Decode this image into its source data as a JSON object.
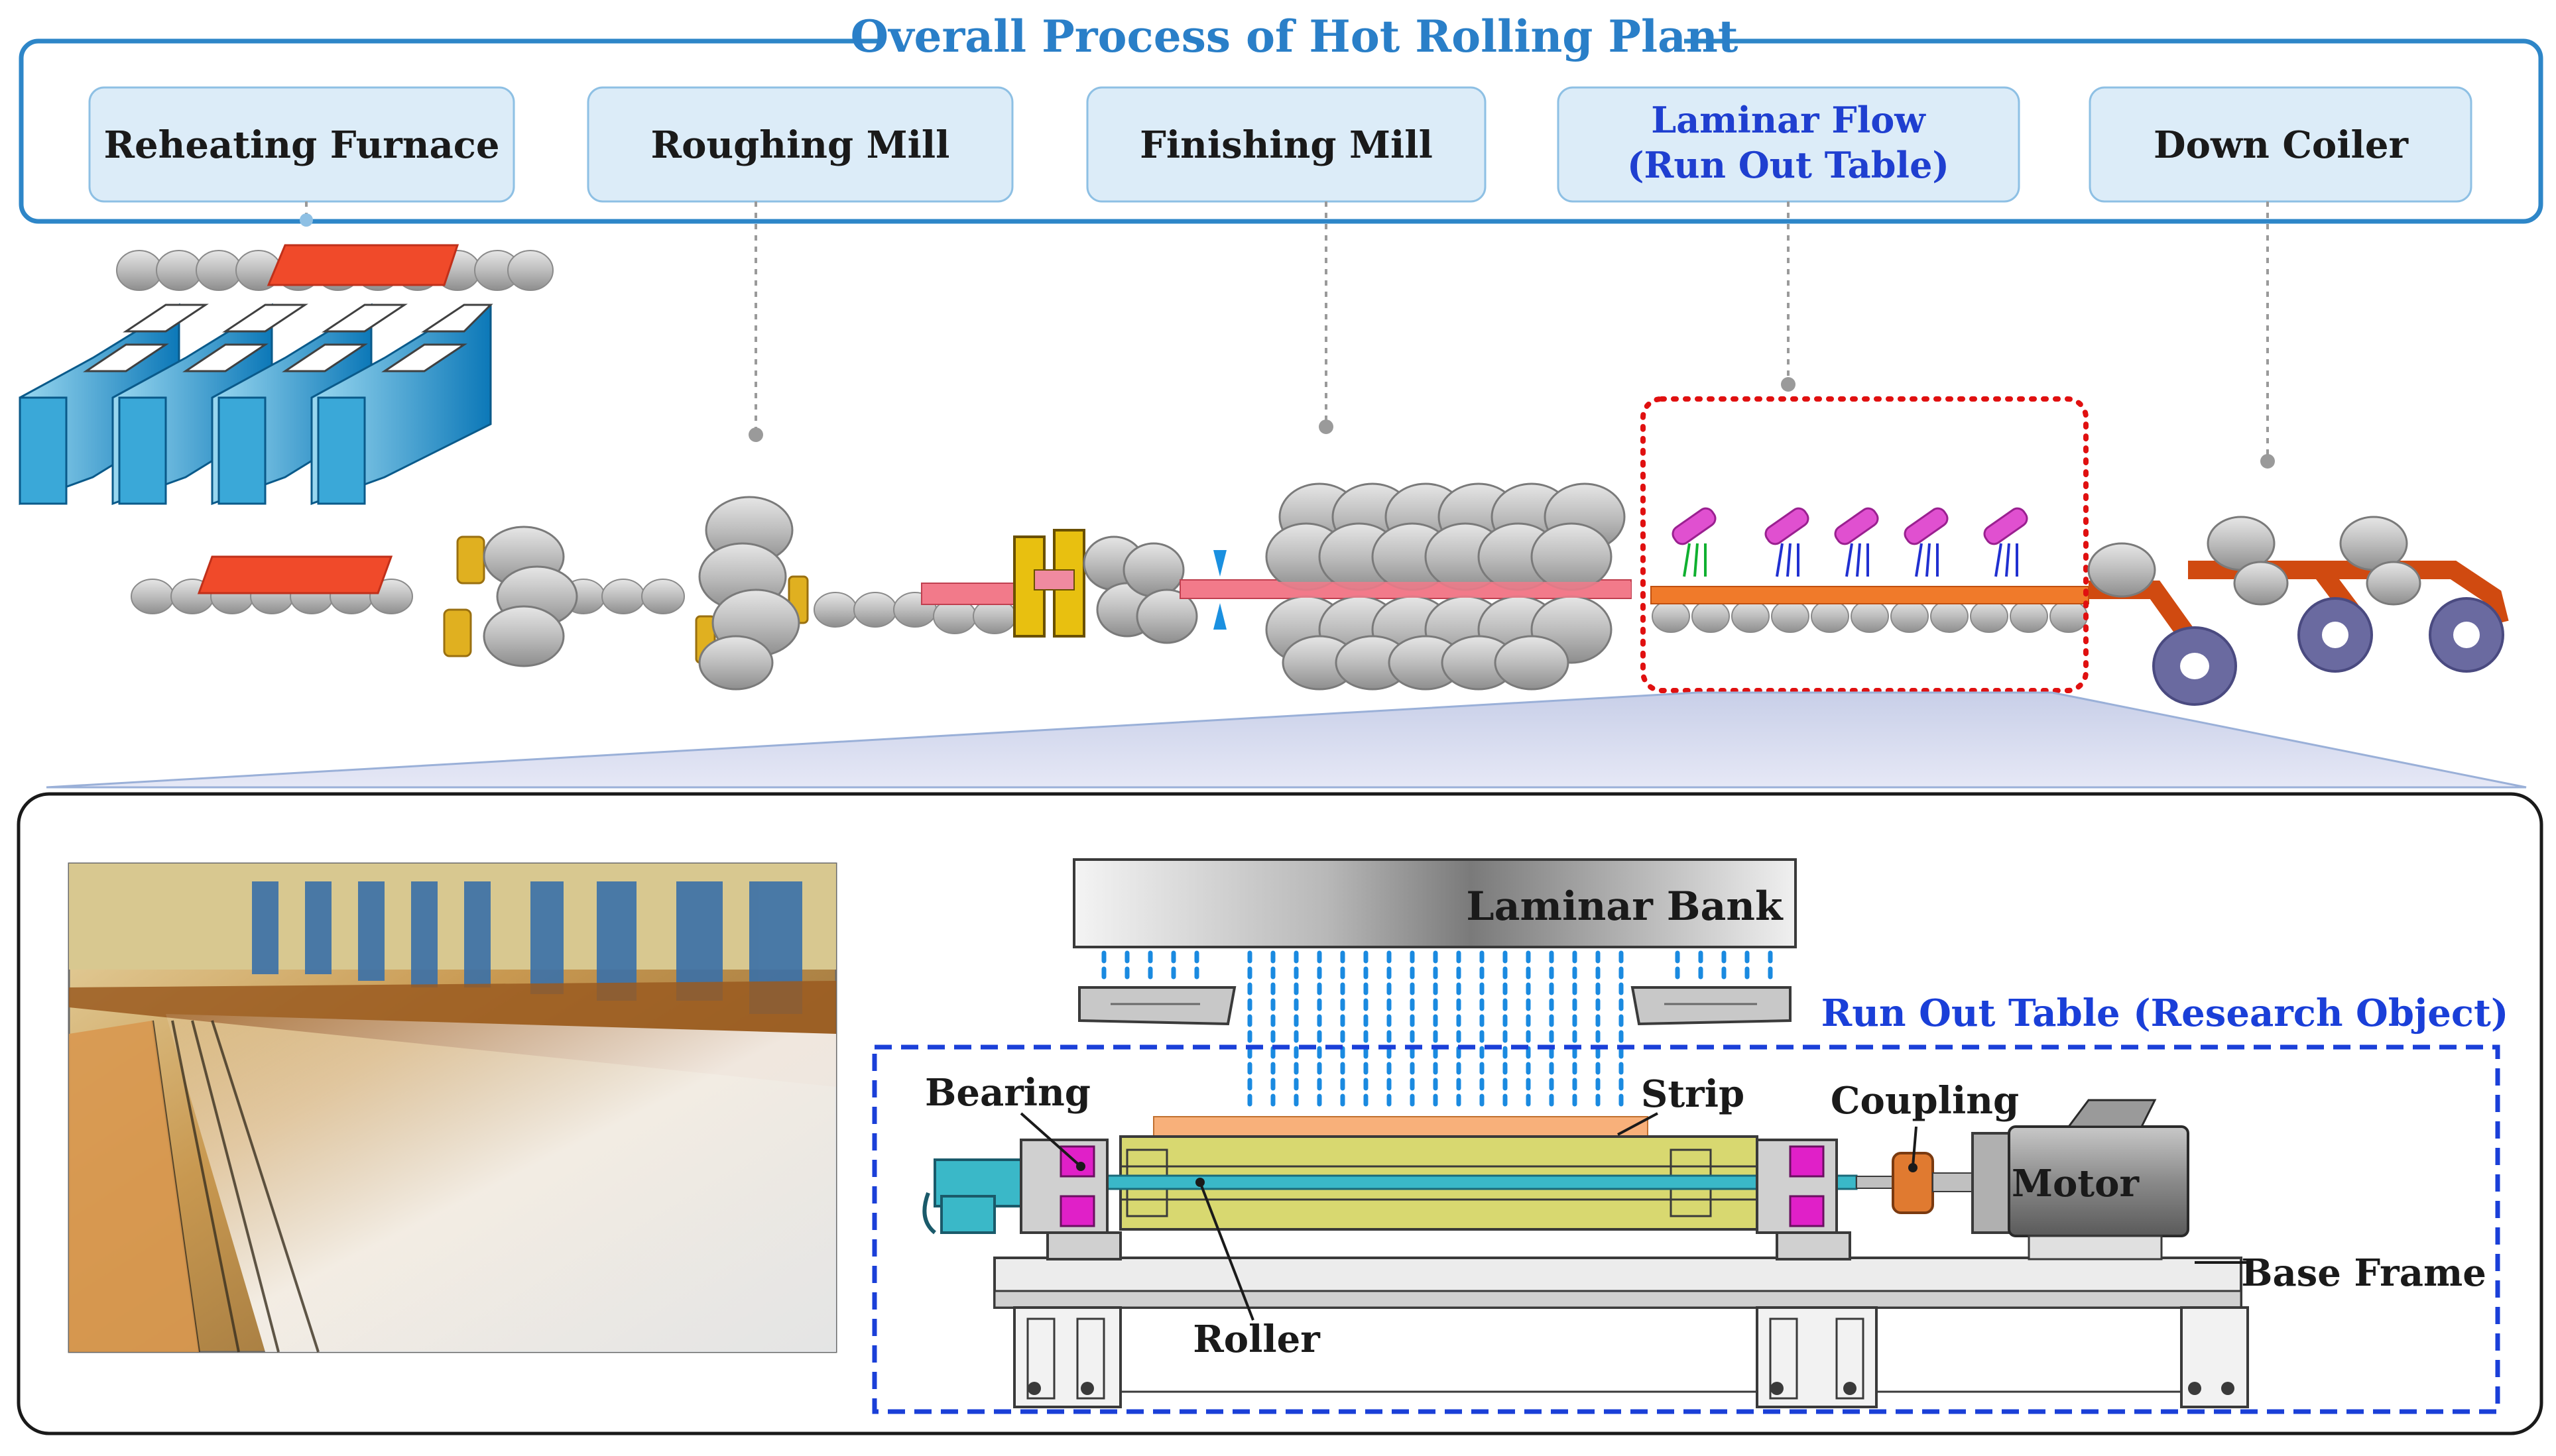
{
  "title": "Overall Process of Hot Rolling Plant",
  "stages": [
    {
      "lines": [
        "Reheating Furnace"
      ]
    },
    {
      "lines": [
        "Roughing Mill"
      ]
    },
    {
      "lines": [
        "Finishing Mill"
      ]
    },
    {
      "lines": [
        "Laminar Flow",
        "(Run Out Table)"
      ]
    },
    {
      "lines": [
        "Down Coiler"
      ]
    }
  ],
  "detail": {
    "laminar_bank": "Laminar Bank",
    "run_out_table": "Run Out Table (Research Object)",
    "bearing": "Bearing",
    "strip": "Strip",
    "coupling": "Coupling",
    "motor": "Motor",
    "roller": "Roller",
    "base_frame": "Base Frame"
  },
  "colors": {
    "title_blue": "#2a7fc8",
    "frame_blue": "#2e86c8",
    "stage_box_fill": "#dcecf8",
    "stage_text": "#1a1a1a",
    "laminar_text": "#1f3fd0",
    "red_dotted": "#e01010",
    "blue_dashed": "#1a3fd8",
    "slab_red": "#f04a2a",
    "strip_orange": "#f07a2a",
    "furnace_cyan": "#1aa0d8",
    "roll_gray": "#b8b8b8",
    "coil_purple": "#6a6aa0",
    "machine_yellow": "#d8d870",
    "bearing_magenta": "#e020c8",
    "motor_gray": "#8a8a8a"
  }
}
